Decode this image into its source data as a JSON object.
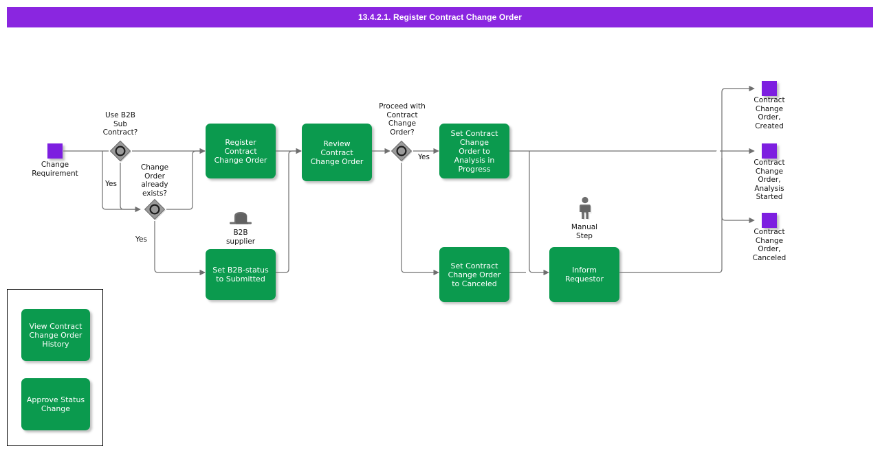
{
  "header": {
    "title": "13.4.2.1. Register Contract Change Order",
    "bar_color": "#8a26e0",
    "text_color": "#ffffff"
  },
  "colors": {
    "task_green": "#0b9a4e",
    "event_purple": "#7d1fe0",
    "gateway_gray": "#9a9a9a",
    "connector_gray": "#6f6f6f",
    "marker_gray": "#6e6e6e"
  },
  "diagram": {
    "type": "bpmn-process-flow",
    "start_events": [
      {
        "id": "start",
        "label": "Change\nRequirement",
        "label_line1": "Change",
        "label_line2": "Requirement"
      }
    ],
    "gateways": [
      {
        "id": "gw-use-b2b-sub-contract",
        "label_line1": "Use B2B",
        "label_line2": "Sub",
        "label_line3": "Contract?",
        "kind": "inclusive"
      },
      {
        "id": "gw-change-order-exists",
        "label_line1": "Change",
        "label_line2": "Order",
        "label_line3": "already",
        "label_line4": "exists?",
        "kind": "inclusive"
      },
      {
        "id": "gw-proceed-with-cco",
        "label_line1": "Proceed with",
        "label_line2": "Contract",
        "label_line3": "Change",
        "label_line4": "Order?",
        "kind": "inclusive"
      }
    ],
    "tasks": [
      {
        "id": "register-contract-change-order",
        "label": "Register\nContract\nChange Order",
        "lines": [
          "Register",
          "Contract",
          "Change Order"
        ]
      },
      {
        "id": "set-b2b-status-to-submitted",
        "label": "Set B2B-status\nto Submitted",
        "lines": [
          "Set B2B-status",
          "to Submitted"
        ]
      },
      {
        "id": "review-contract-change-order",
        "label": "Review\nContract\nChange Order",
        "lines": [
          "Review",
          "Contract",
          "Change Order"
        ]
      },
      {
        "id": "set-cco-analysis-in-progress",
        "label": "Set Contract\nChange\nOrder to\nAnalysis in\nProgress",
        "lines": [
          "Set Contract",
          "Change",
          "Order to",
          "Analysis in",
          "Progress"
        ]
      },
      {
        "id": "set-cco-to-canceled",
        "label": "Set Contract\nChange Order\nto Canceled",
        "lines": [
          "Set Contract",
          "Change Order",
          "to Canceled"
        ]
      },
      {
        "id": "inform-requestor",
        "label": "Inform\nRequestor",
        "lines": [
          "Inform",
          "Requestor"
        ]
      }
    ],
    "markers": [
      {
        "id": "b2b-supplier",
        "icon": "supplier-hat-icon",
        "label_line1": "B2B",
        "label_line2": "supplier"
      },
      {
        "id": "manual-step",
        "icon": "person-icon",
        "label_line1": "Manual",
        "label_line2": "Step"
      }
    ],
    "flow_labels": [
      {
        "id": "yes-use-b2b",
        "text": "Yes"
      },
      {
        "id": "yes-change-order-exists",
        "text": "Yes"
      },
      {
        "id": "yes-proceed",
        "text": "Yes"
      }
    ],
    "end_events": [
      {
        "id": "end-created",
        "lines": [
          "Contract",
          "Change",
          "Order,",
          "Created"
        ]
      },
      {
        "id": "end-analysis-started",
        "lines": [
          "Contract",
          "Change",
          "Order,",
          "Analysis",
          "Started"
        ]
      },
      {
        "id": "end-canceled",
        "lines": [
          "Contract",
          "Change",
          "Order,",
          "Canceled"
        ]
      }
    ],
    "legend": {
      "items": [
        {
          "id": "view-contract-change-order-history",
          "lines": [
            "View Contract",
            "Change Order",
            "History"
          ]
        },
        {
          "id": "approve-status-change",
          "lines": [
            "Approve Status",
            "Change"
          ]
        }
      ]
    }
  }
}
